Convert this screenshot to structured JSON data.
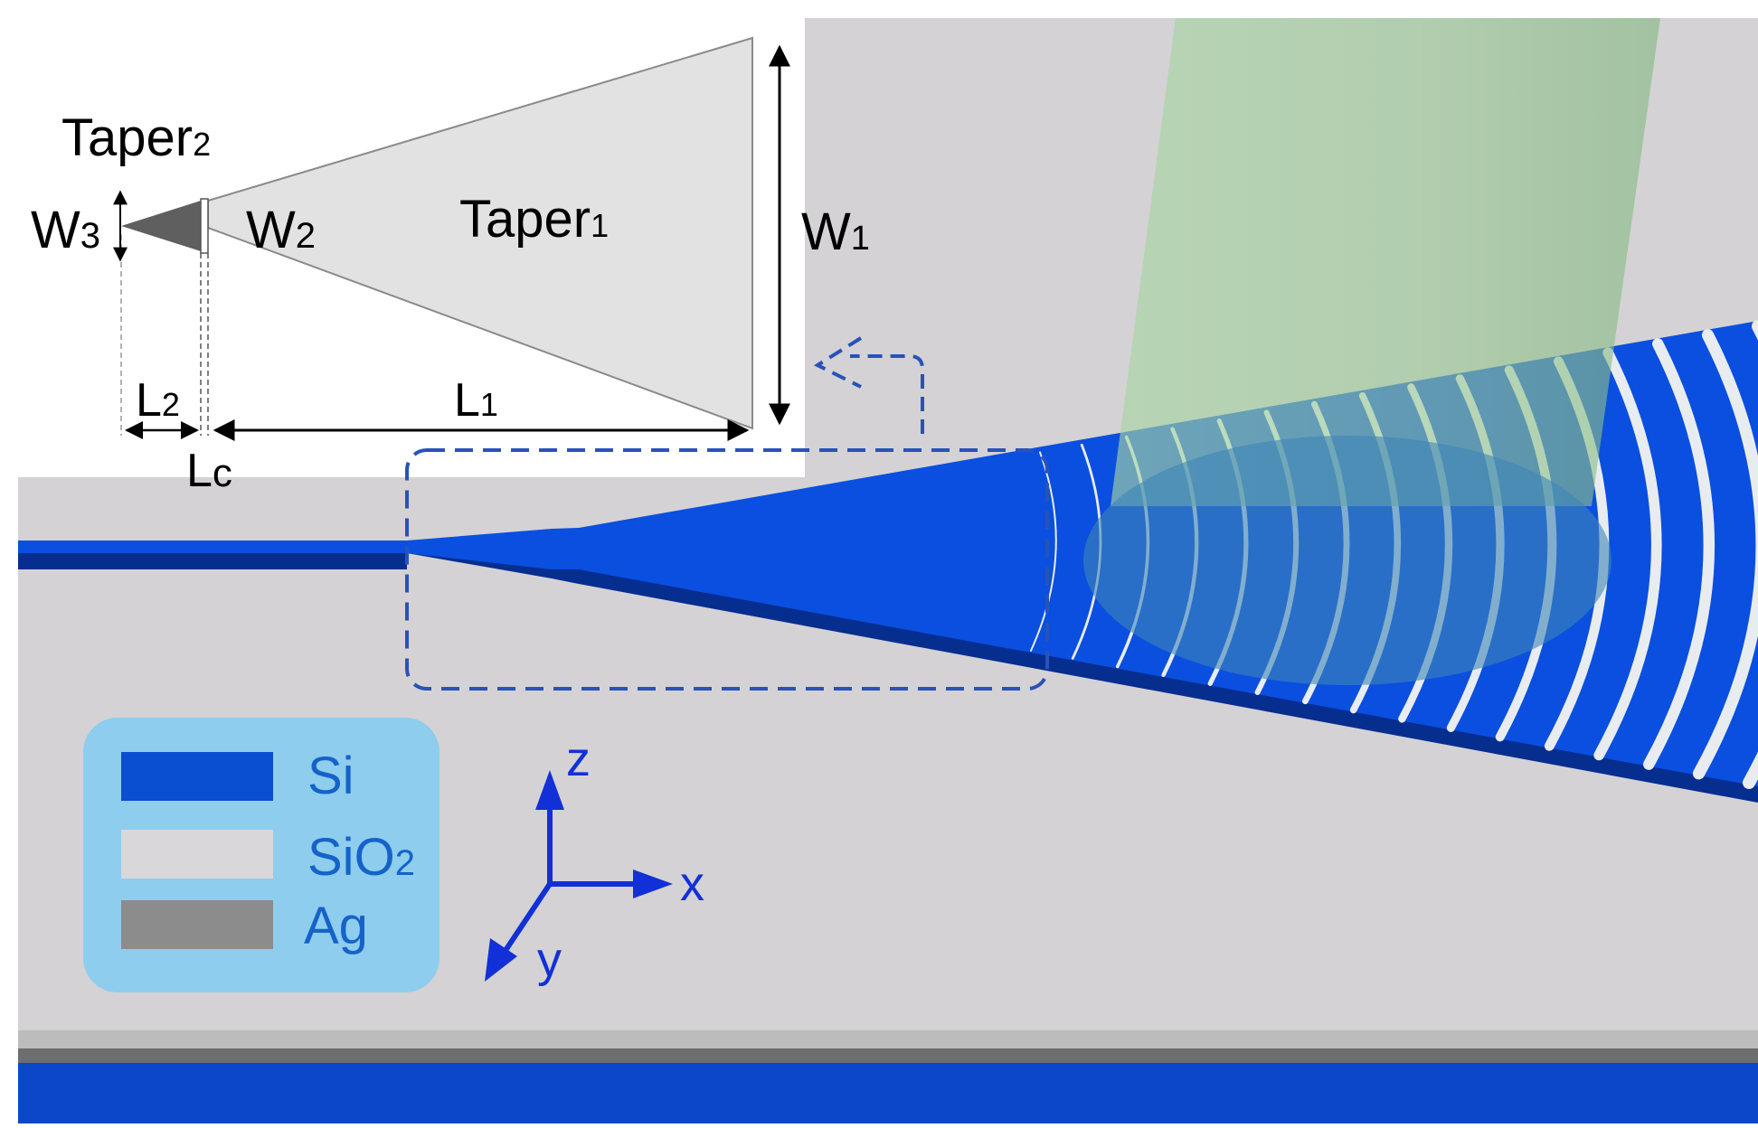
{
  "inset": {
    "taper2_label": {
      "main": "Taper",
      "sub": "2"
    },
    "taper1_label": {
      "main": "Taper",
      "sub": "1"
    },
    "w3_label": {
      "main": "W",
      "sub": "3"
    },
    "w2_label": {
      "main": "W",
      "sub": "2"
    },
    "w1_label": {
      "main": "W",
      "sub": "1"
    },
    "l2_label": {
      "main": "L",
      "sub": "2"
    },
    "l1_label": {
      "main": "L",
      "sub": "1"
    },
    "lc_label": {
      "main": "L",
      "sub": "c"
    }
  },
  "legend": {
    "items": [
      {
        "label": "Si",
        "color": "#0a4fcf"
      },
      {
        "label": "SiO",
        "sub": "2",
        "color": "#d9d7d9"
      },
      {
        "label": "Ag",
        "color": "#8c8c8c"
      }
    ]
  },
  "axes": {
    "z": "z",
    "x": "x",
    "y": "y"
  },
  "colors": {
    "silicon": "#0a4fe0",
    "silicon_dark": "#062e8f",
    "oxide": "#d4d2d4",
    "silver": "#6e6e6e",
    "beam": "#9ed09a",
    "inset_fill": "#e2e2e2",
    "taper2_fill": "#606060",
    "legend_bg": "#8ecdee",
    "annotation": "#0e48c4"
  },
  "grating": {
    "period_count": 16
  }
}
